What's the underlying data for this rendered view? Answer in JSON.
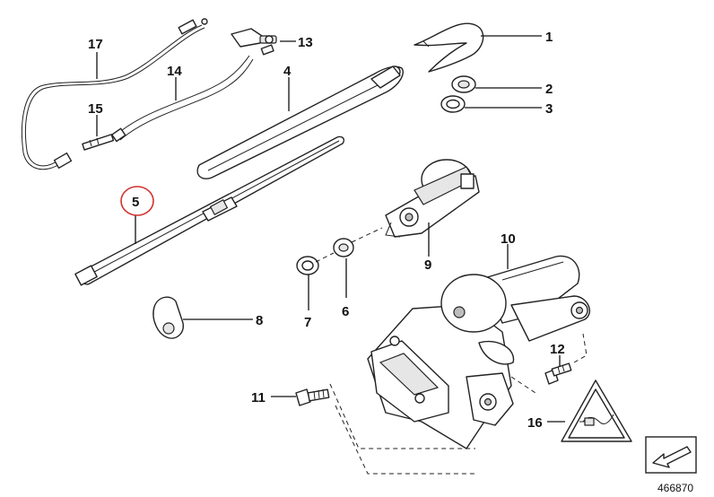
{
  "diagram": {
    "reference_number": "466870",
    "highlighted_part": "5",
    "colors": {
      "line": "#222222",
      "highlight": "#d0312d",
      "fill": "#ffffff"
    },
    "callouts": [
      {
        "id": "1",
        "label": "1"
      },
      {
        "id": "2",
        "label": "2"
      },
      {
        "id": "3",
        "label": "3"
      },
      {
        "id": "4",
        "label": "4"
      },
      {
        "id": "5",
        "label": "5"
      },
      {
        "id": "6",
        "label": "6"
      },
      {
        "id": "7",
        "label": "7"
      },
      {
        "id": "8",
        "label": "8"
      },
      {
        "id": "9",
        "label": "9"
      },
      {
        "id": "10",
        "label": "10"
      },
      {
        "id": "11",
        "label": "11"
      },
      {
        "id": "12",
        "label": "12"
      },
      {
        "id": "13",
        "label": "13"
      },
      {
        "id": "14",
        "label": "14"
      },
      {
        "id": "15",
        "label": "15"
      },
      {
        "id": "16",
        "label": "16"
      },
      {
        "id": "17",
        "label": "17"
      }
    ]
  }
}
